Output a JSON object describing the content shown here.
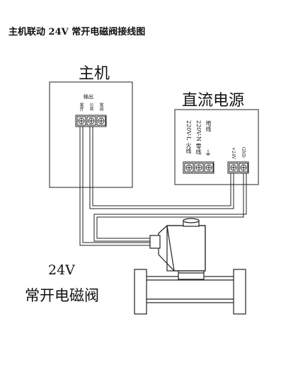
{
  "diagram": {
    "title": "主机联动 24V 常开电磁阀接线图",
    "host": {
      "label": "主机",
      "output_label": "输出",
      "terminals": [
        "常开",
        "公共",
        "常闭"
      ]
    },
    "power": {
      "label": "直流电源",
      "input_labels": [
        "220V-L 火线",
        "220V-N 零线",
        "地线"
      ],
      "earth_symbol": "⏚",
      "output_labels": [
        "+24V",
        "GND"
      ]
    },
    "valve": {
      "label_line1": "24V",
      "label_line2": "常开电磁阀"
    }
  }
}
